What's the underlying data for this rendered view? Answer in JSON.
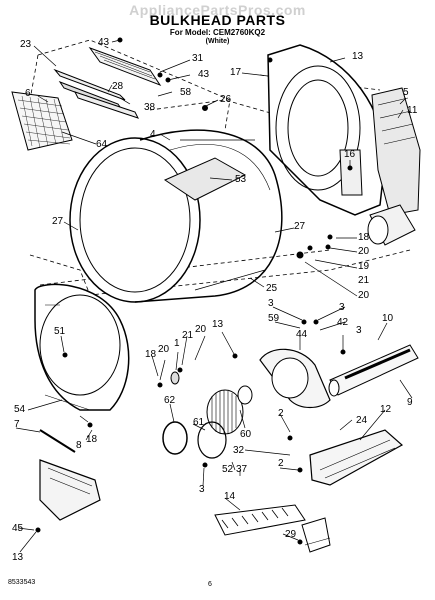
{
  "watermark": "AppliancePartsPros.com",
  "title": "BULKHEAD PARTS",
  "model_line": "For Model: CEM2760KQ2",
  "color_line": "(White)",
  "document_number": "8533543",
  "page_number": "6",
  "callouts": {
    "c23": "23",
    "c43a": "43",
    "c31": "31",
    "c43b": "43",
    "c28": "28",
    "c58": "58",
    "c38": "38",
    "c6": "6",
    "c26": "26",
    "c64": "64",
    "c4": "4",
    "c53": "53",
    "c27a": "27",
    "c27b": "27",
    "c25": "25",
    "c17": "17",
    "c13a": "13",
    "c5": "5",
    "c11": "11",
    "c16": "16",
    "c18a": "18",
    "c20a": "20",
    "c19": "19",
    "c21a": "21",
    "c20b": "20",
    "c51": "51",
    "c13b": "13",
    "c21b": "21",
    "c20c": "20",
    "c1": "1",
    "c20d": "20",
    "c18b": "18",
    "c3a": "3",
    "c59": "59",
    "c3b": "3",
    "c42": "42",
    "c44": "44",
    "c3c": "3",
    "c10": "10",
    "c54": "54",
    "c7": "7",
    "c8": "8",
    "c18c": "18",
    "c62": "62",
    "c61": "61",
    "c60": "60",
    "c9": "9",
    "c2a": "2",
    "c12": "12",
    "c24": "24",
    "c32": "32",
    "c52": "52",
    "c37": "37",
    "c2b": "2",
    "c3d": "3",
    "c14": "14",
    "c45": "45",
    "c29": "29",
    "c13c": "13"
  }
}
